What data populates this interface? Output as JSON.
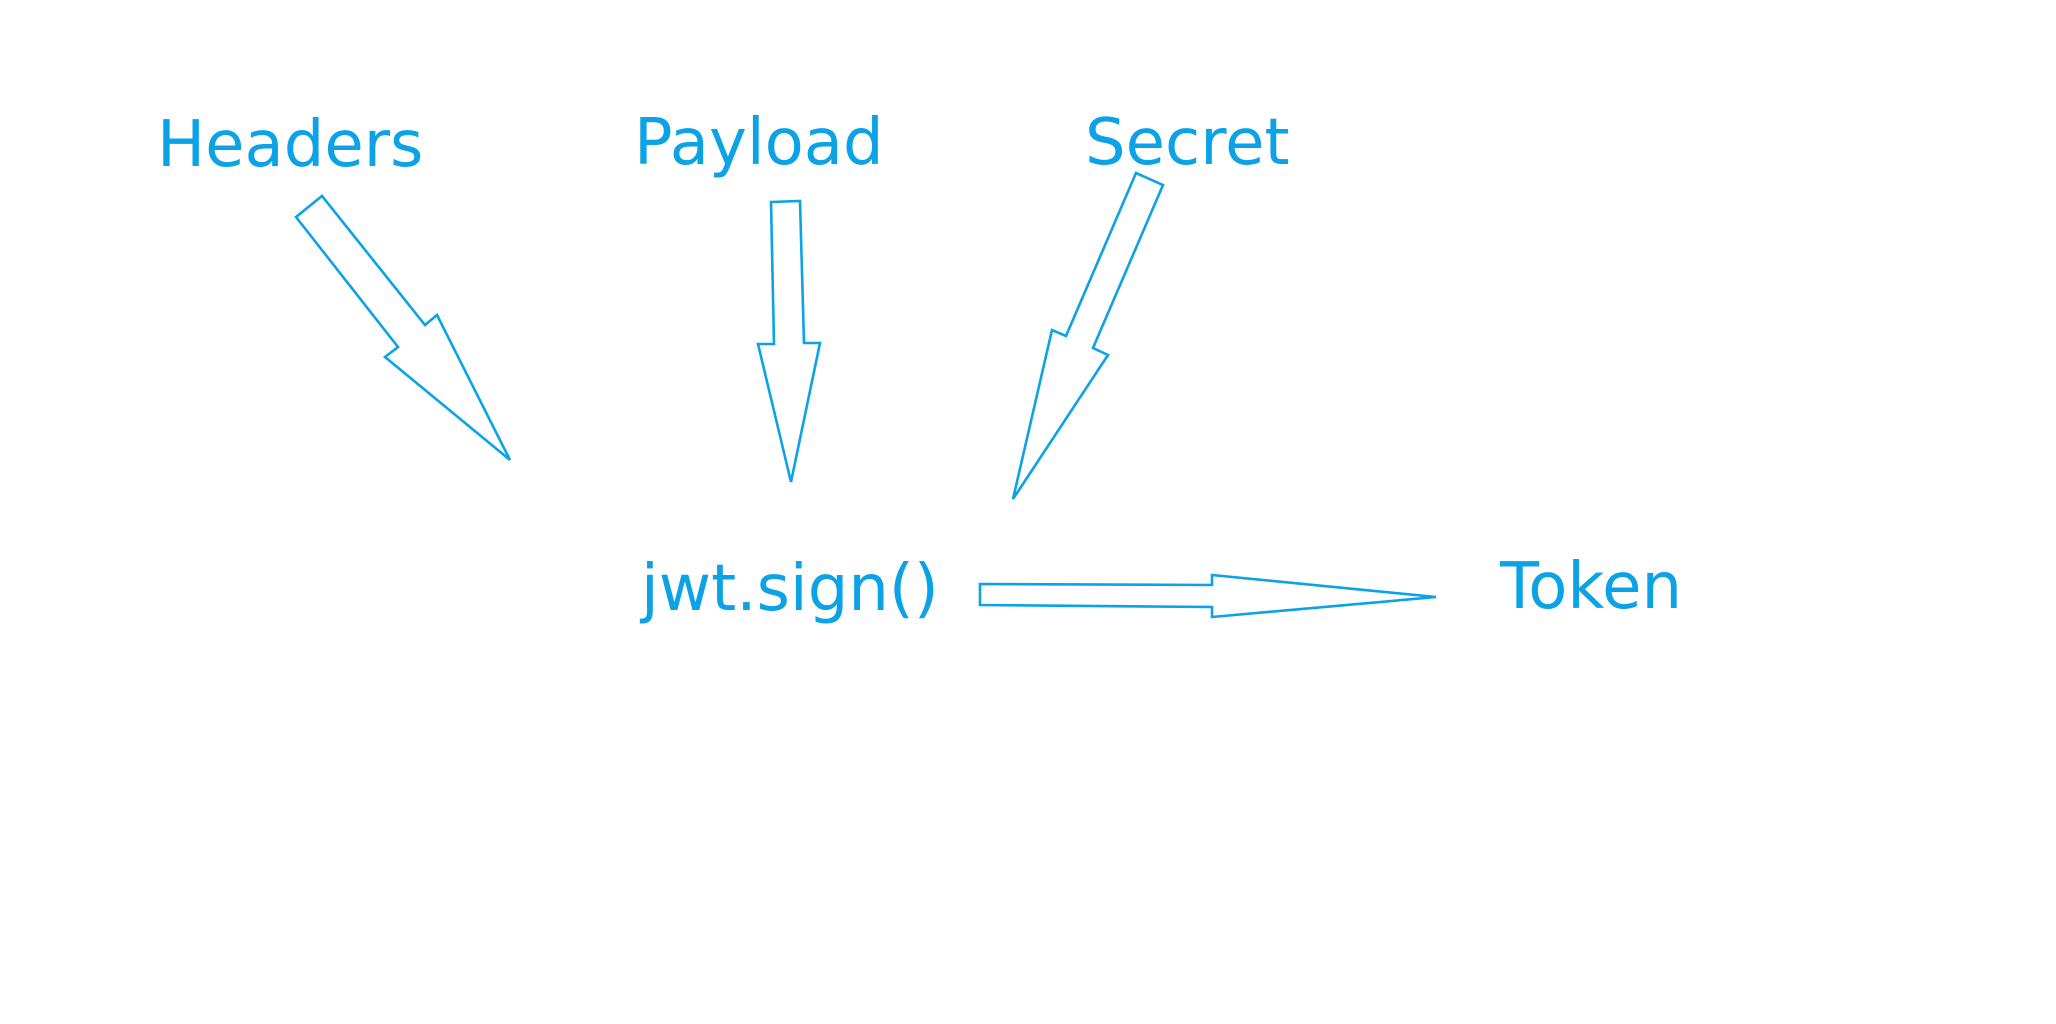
{
  "diagram": {
    "accent_color": "#0ba2e6",
    "nodes": {
      "headers": "Headers",
      "payload": "Payload",
      "secret": "Secret",
      "sign": "jwt.sign()",
      "token": "Token"
    }
  }
}
